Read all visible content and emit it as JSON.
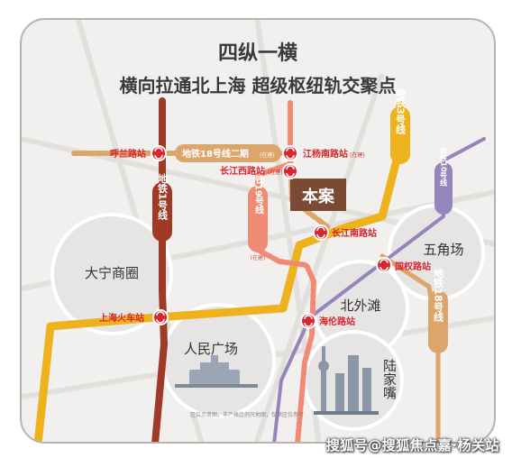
{
  "header": {
    "title": "四纵一横",
    "subtitle": "横向拉通北上海  超级枢纽轨交聚点"
  },
  "lines": {
    "line1": {
      "label": "地铁1号线",
      "color": "#9e3a26"
    },
    "line3": {
      "label": "地铁3号线",
      "color": "#eeb21c"
    },
    "line10": {
      "label": "地铁10号线",
      "color": "#9486bd"
    },
    "line18": {
      "label": "地铁18号线",
      "color": "#dca56c"
    },
    "line18p2": {
      "label": "地铁18号线二期",
      "sublabel": "(在建)",
      "color": "#dca56c"
    },
    "line19": {
      "label": "地铁19号线",
      "sublabel": "(在建)",
      "color": "#f08a73"
    }
  },
  "stations": {
    "hulan": "呼兰路站",
    "jiangyangnan": "江杨南路站",
    "jiangyangnan_note": "(在建)",
    "changjiangxi": "长江西路站",
    "changjiangxi_note": "(在建)",
    "changjiangnan": "长江南路站",
    "guoquan": "国权路站",
    "shanghai_railway": "上海火车站",
    "hailun": "海伦路站"
  },
  "areas": {
    "project": "本案",
    "daning": "大宁商圈",
    "renmin": "人民广场",
    "wujiaochang": "五角场",
    "beiwaitan": "北外滩",
    "lujiazui": "陆家嘴"
  },
  "footnote": "区位示意图，非严格比例尺地图，仅供区位参考",
  "watermark": "搜狐号@搜狐焦点嘉·杨关站",
  "colors": {
    "interchange": "#d8272f",
    "project_box": "#7a4a35",
    "card_bg": "#f1f0ee"
  }
}
